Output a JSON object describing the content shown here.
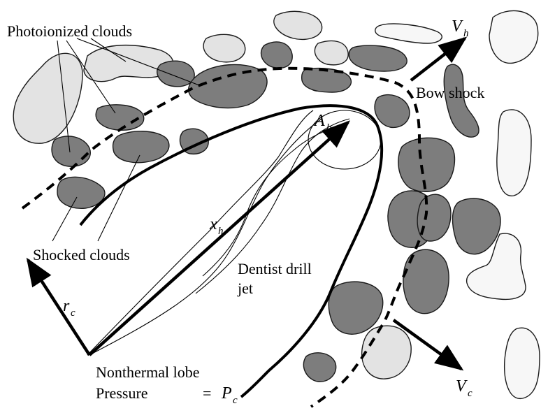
{
  "labels": {
    "photoionized": "Photoionized clouds",
    "shocked": "Shocked clouds",
    "bow_shock": "Bow shock",
    "drill_line1": "Dentist drill",
    "drill_line2": "jet",
    "lobe_line1": "Nonthermal lobe",
    "lobe_line2": "Pressure",
    "equals": "=",
    "vh": "V",
    "vh_sub": "h",
    "vc": "V",
    "vc_sub": "c",
    "rc": "r",
    "rc_sub": "c",
    "xh": "x",
    "xh_sub": "h",
    "ah": "A",
    "ah_sub": "h",
    "pc": "P",
    "pc_sub": "c"
  },
  "colors": {
    "shocked_cloud": "#7d7d7d",
    "photoionized_cloud": "#e3e3e3",
    "ambient_cloud": "#f7f7f7"
  }
}
